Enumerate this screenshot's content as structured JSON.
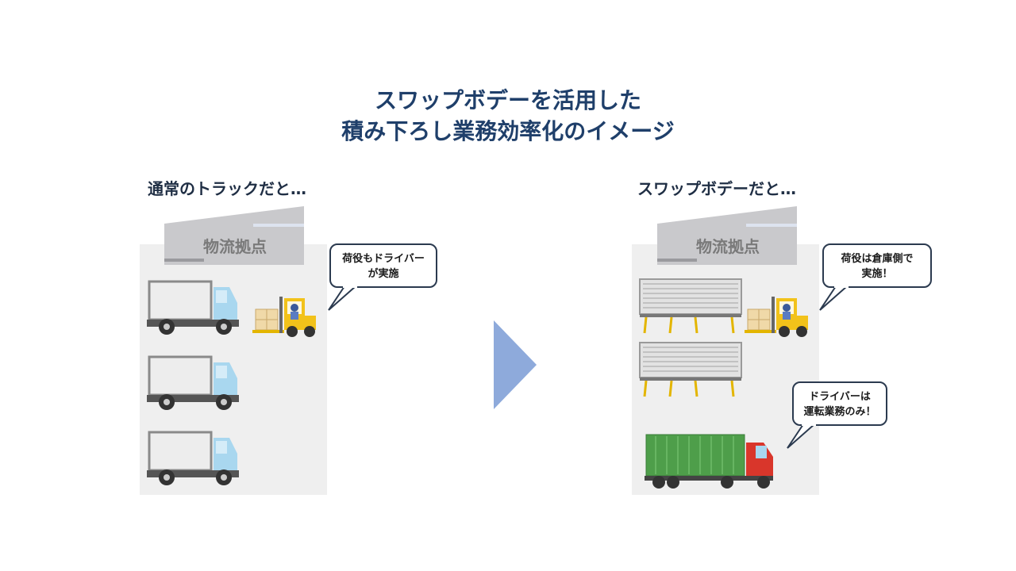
{
  "title": {
    "line1": "スワップボデーを活用した",
    "line2": "積み下ろし業務効率化のイメージ"
  },
  "left": {
    "label": "通常のトラックだと…",
    "base": "物流拠点",
    "bubble_line1": "荷役もドライバー",
    "bubble_line2": "が実施"
  },
  "right": {
    "label": "スワップボデーだと…",
    "base": "物流拠点",
    "bubble1_line1": "荷役は倉庫側で",
    "bubble1_line2": "実施！",
    "bubble2_line1": "ドライバーは",
    "bubble2_line2": "運転業務のみ！"
  },
  "colors": {
    "title": "#1f3f6a",
    "arrow": "#8eaadb",
    "panel": "#efefef",
    "truck_cab": "#a9d7ef",
    "forklift": "#f2c21a",
    "trailer": "#4e9e4a",
    "cab_red": "#d9362b"
  },
  "icons": [
    "truck-icon",
    "forklift-icon",
    "swap-body-icon",
    "semi-truck-icon",
    "arrow-right-icon"
  ]
}
